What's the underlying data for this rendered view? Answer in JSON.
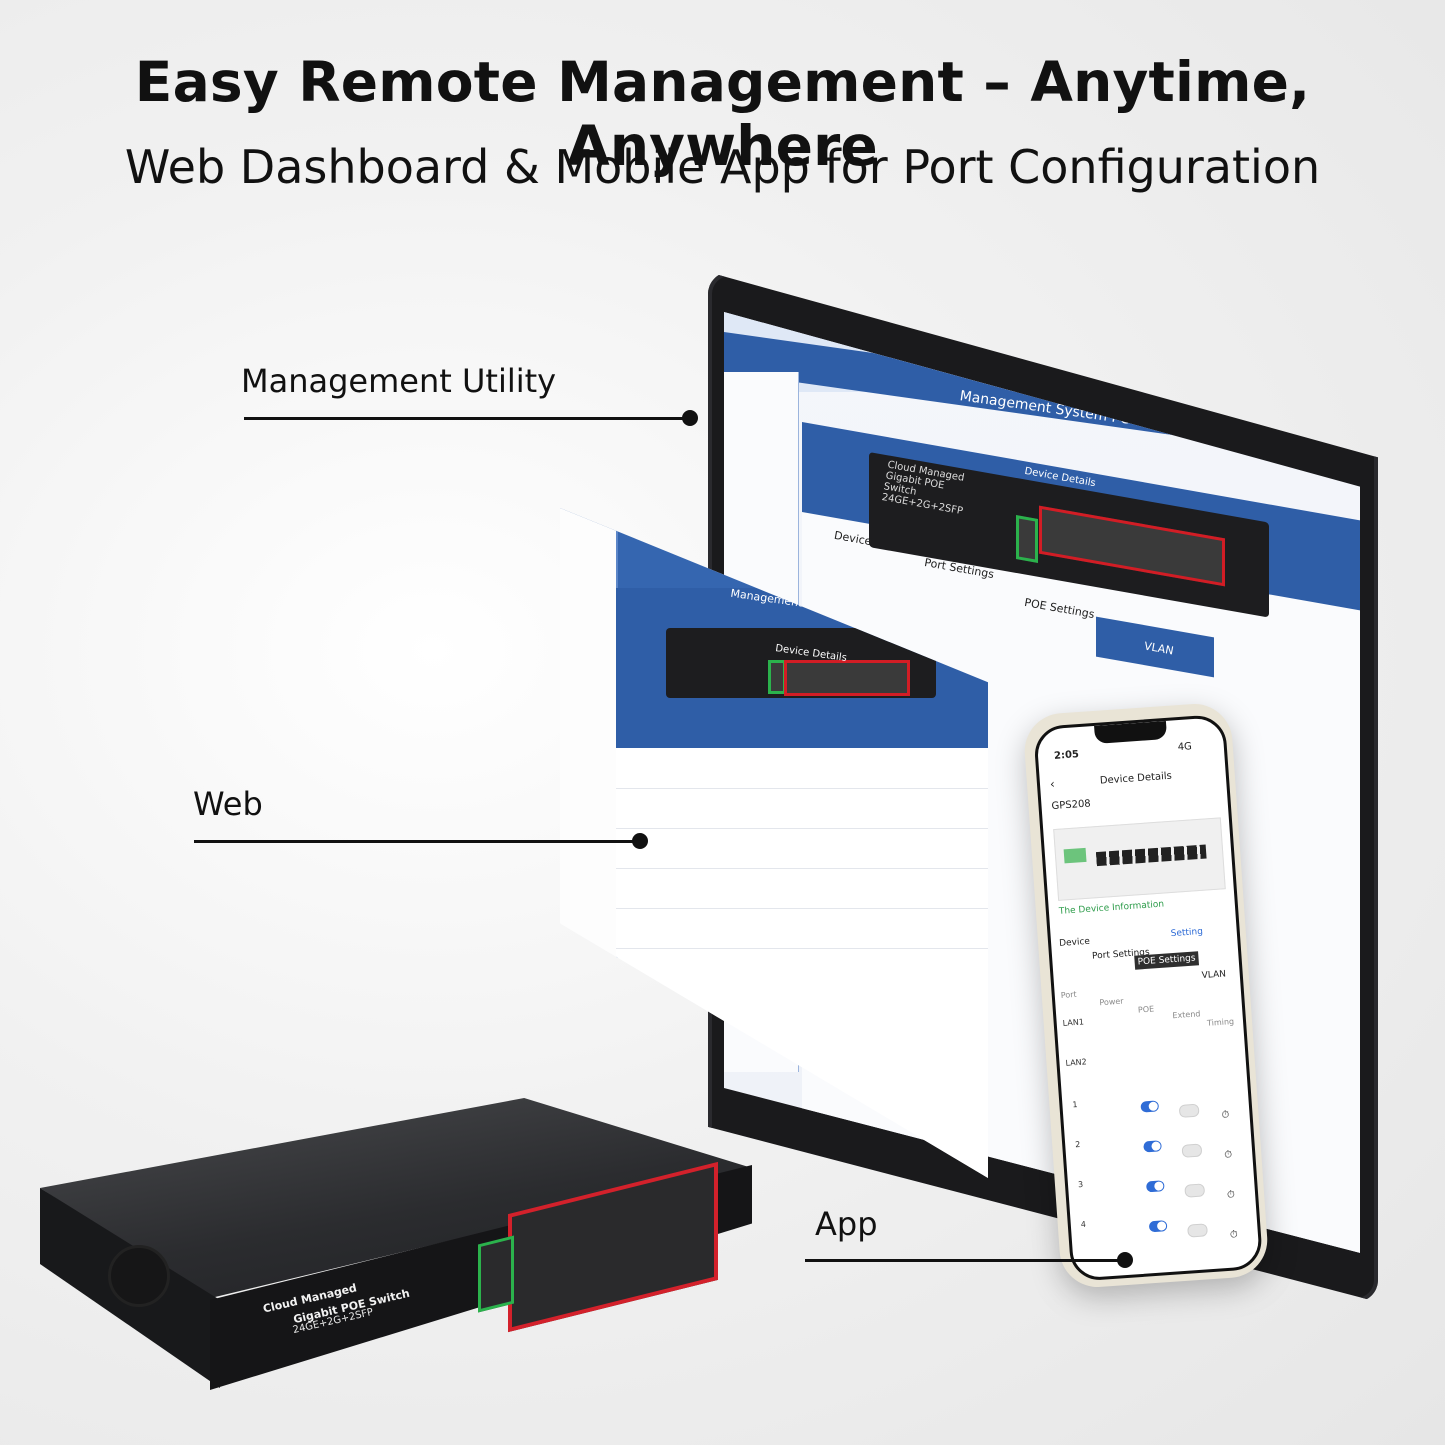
{
  "header": {
    "title": "Easy Remote Management – Anytime, Anywhere",
    "subtitle": "Web Dashboard & Mobile App for Port Configuration"
  },
  "callouts": {
    "management_utility": "Management Utility",
    "web": "Web",
    "app": "App"
  },
  "monitor_screen": {
    "title": "Management System PC",
    "device_title": "Device Details",
    "tabs": [
      "Device",
      "Port Settings",
      "POE Settings",
      "VLAN"
    ],
    "switch_label": "Cloud Managed Gigabit POE Switch 24GE+2G+2SFP"
  },
  "web_screen": {
    "title": "Management System PC",
    "device_title": "Device Details"
  },
  "phone": {
    "time": "2:05",
    "signal": "4G",
    "header": "Device Details",
    "device_name": "GPS208",
    "device_info_link": "The Device Information",
    "setting": "Setting",
    "tabs": [
      "Device",
      "Port Settings",
      "POE Settings",
      "VLAN"
    ],
    "columns": [
      "Port",
      "Power",
      "POE",
      "Extend",
      "Timing"
    ],
    "rows": [
      "LAN1",
      "LAN2",
      "1",
      "2",
      "3",
      "4"
    ]
  },
  "hardware": {
    "model_line1": "Cloud Managed",
    "model_line2": "Gigabit POE Switch",
    "model_line3": "24GE+2G+2SFP"
  },
  "colors": {
    "accent_blue": "#2f5ea7",
    "port_red": "#d21d25",
    "port_green": "#2bb24c",
    "toggle_blue": "#2f6cd6"
  }
}
